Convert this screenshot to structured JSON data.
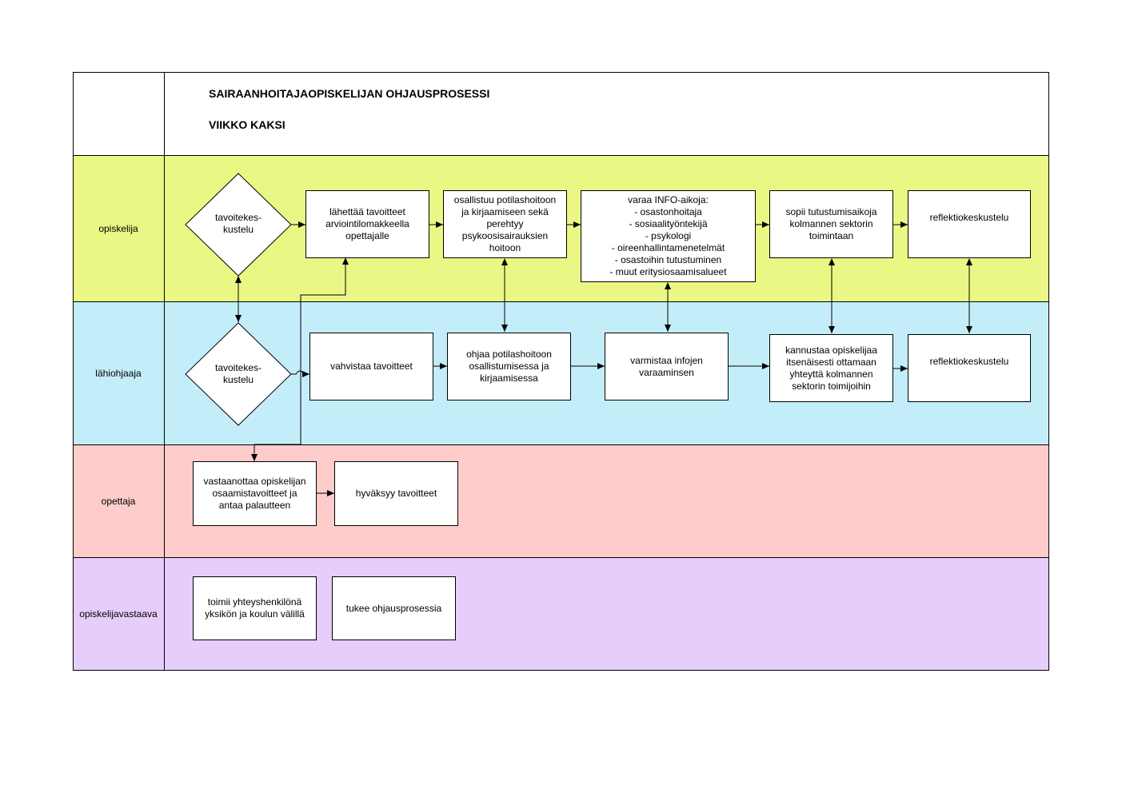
{
  "header": {
    "title": "SAIRAANHOITAJAOPISKELIJAN OHJAUSPROSESSI",
    "subtitle": "VIIKKO KAKSI"
  },
  "colors": {
    "lane_opiskelija": "#eaf784",
    "lane_lahiohjaaja": "#c3eef9",
    "lane_opettaja": "#fdcccb",
    "lane_opiskelijavastaava": "#e6cdfc"
  },
  "lanes": {
    "opiskelija": "opiskelija",
    "lahiohjaaja": "lähiohjaaja",
    "opettaja": "opettaja",
    "opiskelijavastaava": "opiskelijavastaava"
  },
  "opiskelija": {
    "decision": "tavoitekes-\nkustelu",
    "step1": "lähettää tavoitteet\narviointilomakkeella\nopettajalle",
    "step2": "osallistuu potilashoitoon\nja kirjaamiseen sekä\nperehtyy\npsykoosisairauksien\nhoitoon",
    "step3": "varaa INFO-aikoja:\n- osastonhoitaja\n- sosiaalityöntekijä\n- psykologi\n- oireenhallintamenetelmät\n- osastoihin tutustuminen\n- muut eritysiosaamisalueet",
    "step4": "sopii tutustumisaikoja\nkolmannen sektorin\ntoimintaan",
    "step5": "reflektiokeskustelu"
  },
  "lahiohjaaja": {
    "decision": "tavoitekes-\nkustelu",
    "step1": "vahvistaa tavoitteet",
    "step2": "ohjaa potilashoitoon\nosallistumisessa ja\nkirjaamisessa",
    "step3": "varmistaa infojen\nvaraaminsen",
    "step4": "kannustaa opiskelijaa\nitsenäisesti ottamaan\nyhteyttä kolmannen\nsektorin toimijoihin",
    "step5": "reflektiokeskustelu"
  },
  "opettaja": {
    "step1": "vastaanottaa opiskelijan\nosaamistavoitteet ja\nantaa palautteen",
    "step2": "hyväksyy tavoitteet"
  },
  "opiskelijavastaava": {
    "step1": "toimii yhteyshenkilönä\nyksikön ja koulun välillä",
    "step2": "tukee ohjausprosessia"
  }
}
